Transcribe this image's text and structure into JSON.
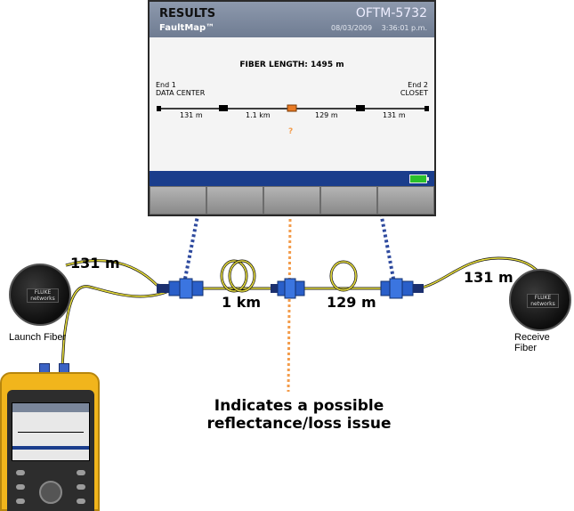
{
  "screen": {
    "title": "RESULTS",
    "model": "OFTM-5732",
    "subtitle": "FaultMap™",
    "date": "08/03/2009",
    "time": "3:36:01 p.m.",
    "fiber_length_label": "FIBER LENGTH:",
    "fiber_length_value": "1495 m",
    "end1_line1": "End 1",
    "end1_line2": "DATA CENTER",
    "end2_line1": "End 2",
    "end2_line2": "CLOSET",
    "segments": [
      "131 m",
      "1.1 km",
      "129 m",
      "131 m"
    ],
    "fault_marker": "?",
    "softkey_count": 5
  },
  "diagram": {
    "launch_length": "131 m",
    "receive_length": "131 m",
    "spool_1_length": "1 km",
    "spool_2_length": "129 m",
    "launch_label": "Launch Fiber",
    "receive_label": "Receive Fiber",
    "note_line1": "Indicates a possible",
    "note_line2": "reflectance/loss issue"
  },
  "colors": {
    "header": "#7a869a",
    "status_bar": "#1a3d8c",
    "fiber": "#e6dc3c",
    "connector": "#2a5fc9",
    "connector_link": "#2e4a9e",
    "fault": "#f39c4b",
    "device_case": "#f1b51c"
  }
}
